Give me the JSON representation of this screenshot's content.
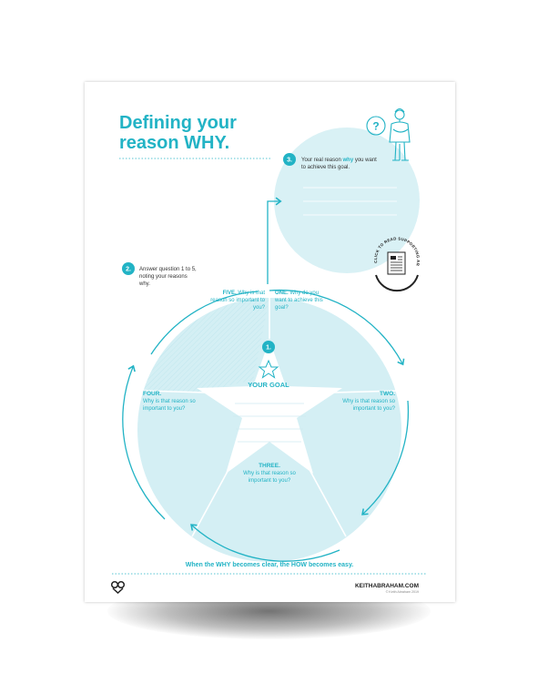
{
  "title_line1": "Defining your",
  "title_line2": "reason WHY.",
  "step3": {
    "number": "3.",
    "text_before": "Your real reason ",
    "text_emphasis": "why",
    "text_after": " you want",
    "line2": "to achieve this goal."
  },
  "step2": {
    "number": "2.",
    "line1": "Answer question 1 to 5,",
    "line2": "noting your reasons",
    "line3": "why."
  },
  "step1": {
    "number": "1."
  },
  "badge": {
    "text": "CLICK TO READ SUPPORTING ARTICLE"
  },
  "goal_label": "YOUR GOAL",
  "segments": {
    "one": {
      "title": "ONE.",
      "line1": "Why do you",
      "line2": "want to achieve this",
      "line3": "goal?"
    },
    "two": {
      "title": "TWO.",
      "line1": "Why is that reason  so",
      "line2": "important to you?"
    },
    "three": {
      "title": "THREE.",
      "line1": "Why is that reason  so",
      "line2": "important to you?"
    },
    "four": {
      "title": "FOUR.",
      "line1": "Why is that reason  so",
      "line2": "important to you?"
    },
    "five": {
      "title": "FIVE.",
      "line1": "Why is that",
      "line2": "reason so important to",
      "line3": "you?"
    }
  },
  "footer": {
    "tagline": "When the WHY becomes clear, the HOW becomes easy.",
    "site": "KEITHABRAHAM.COM",
    "copyright": "© Keith Abraham 2019"
  },
  "colors": {
    "accent": "#22b3c5",
    "fill": "#d4eff4",
    "fill_light": "#e3f5f8"
  },
  "icons": [
    "thinking-person-icon",
    "question-mark-icon",
    "star-icon",
    "article-icon",
    "keith-abraham-logo-icon"
  ]
}
